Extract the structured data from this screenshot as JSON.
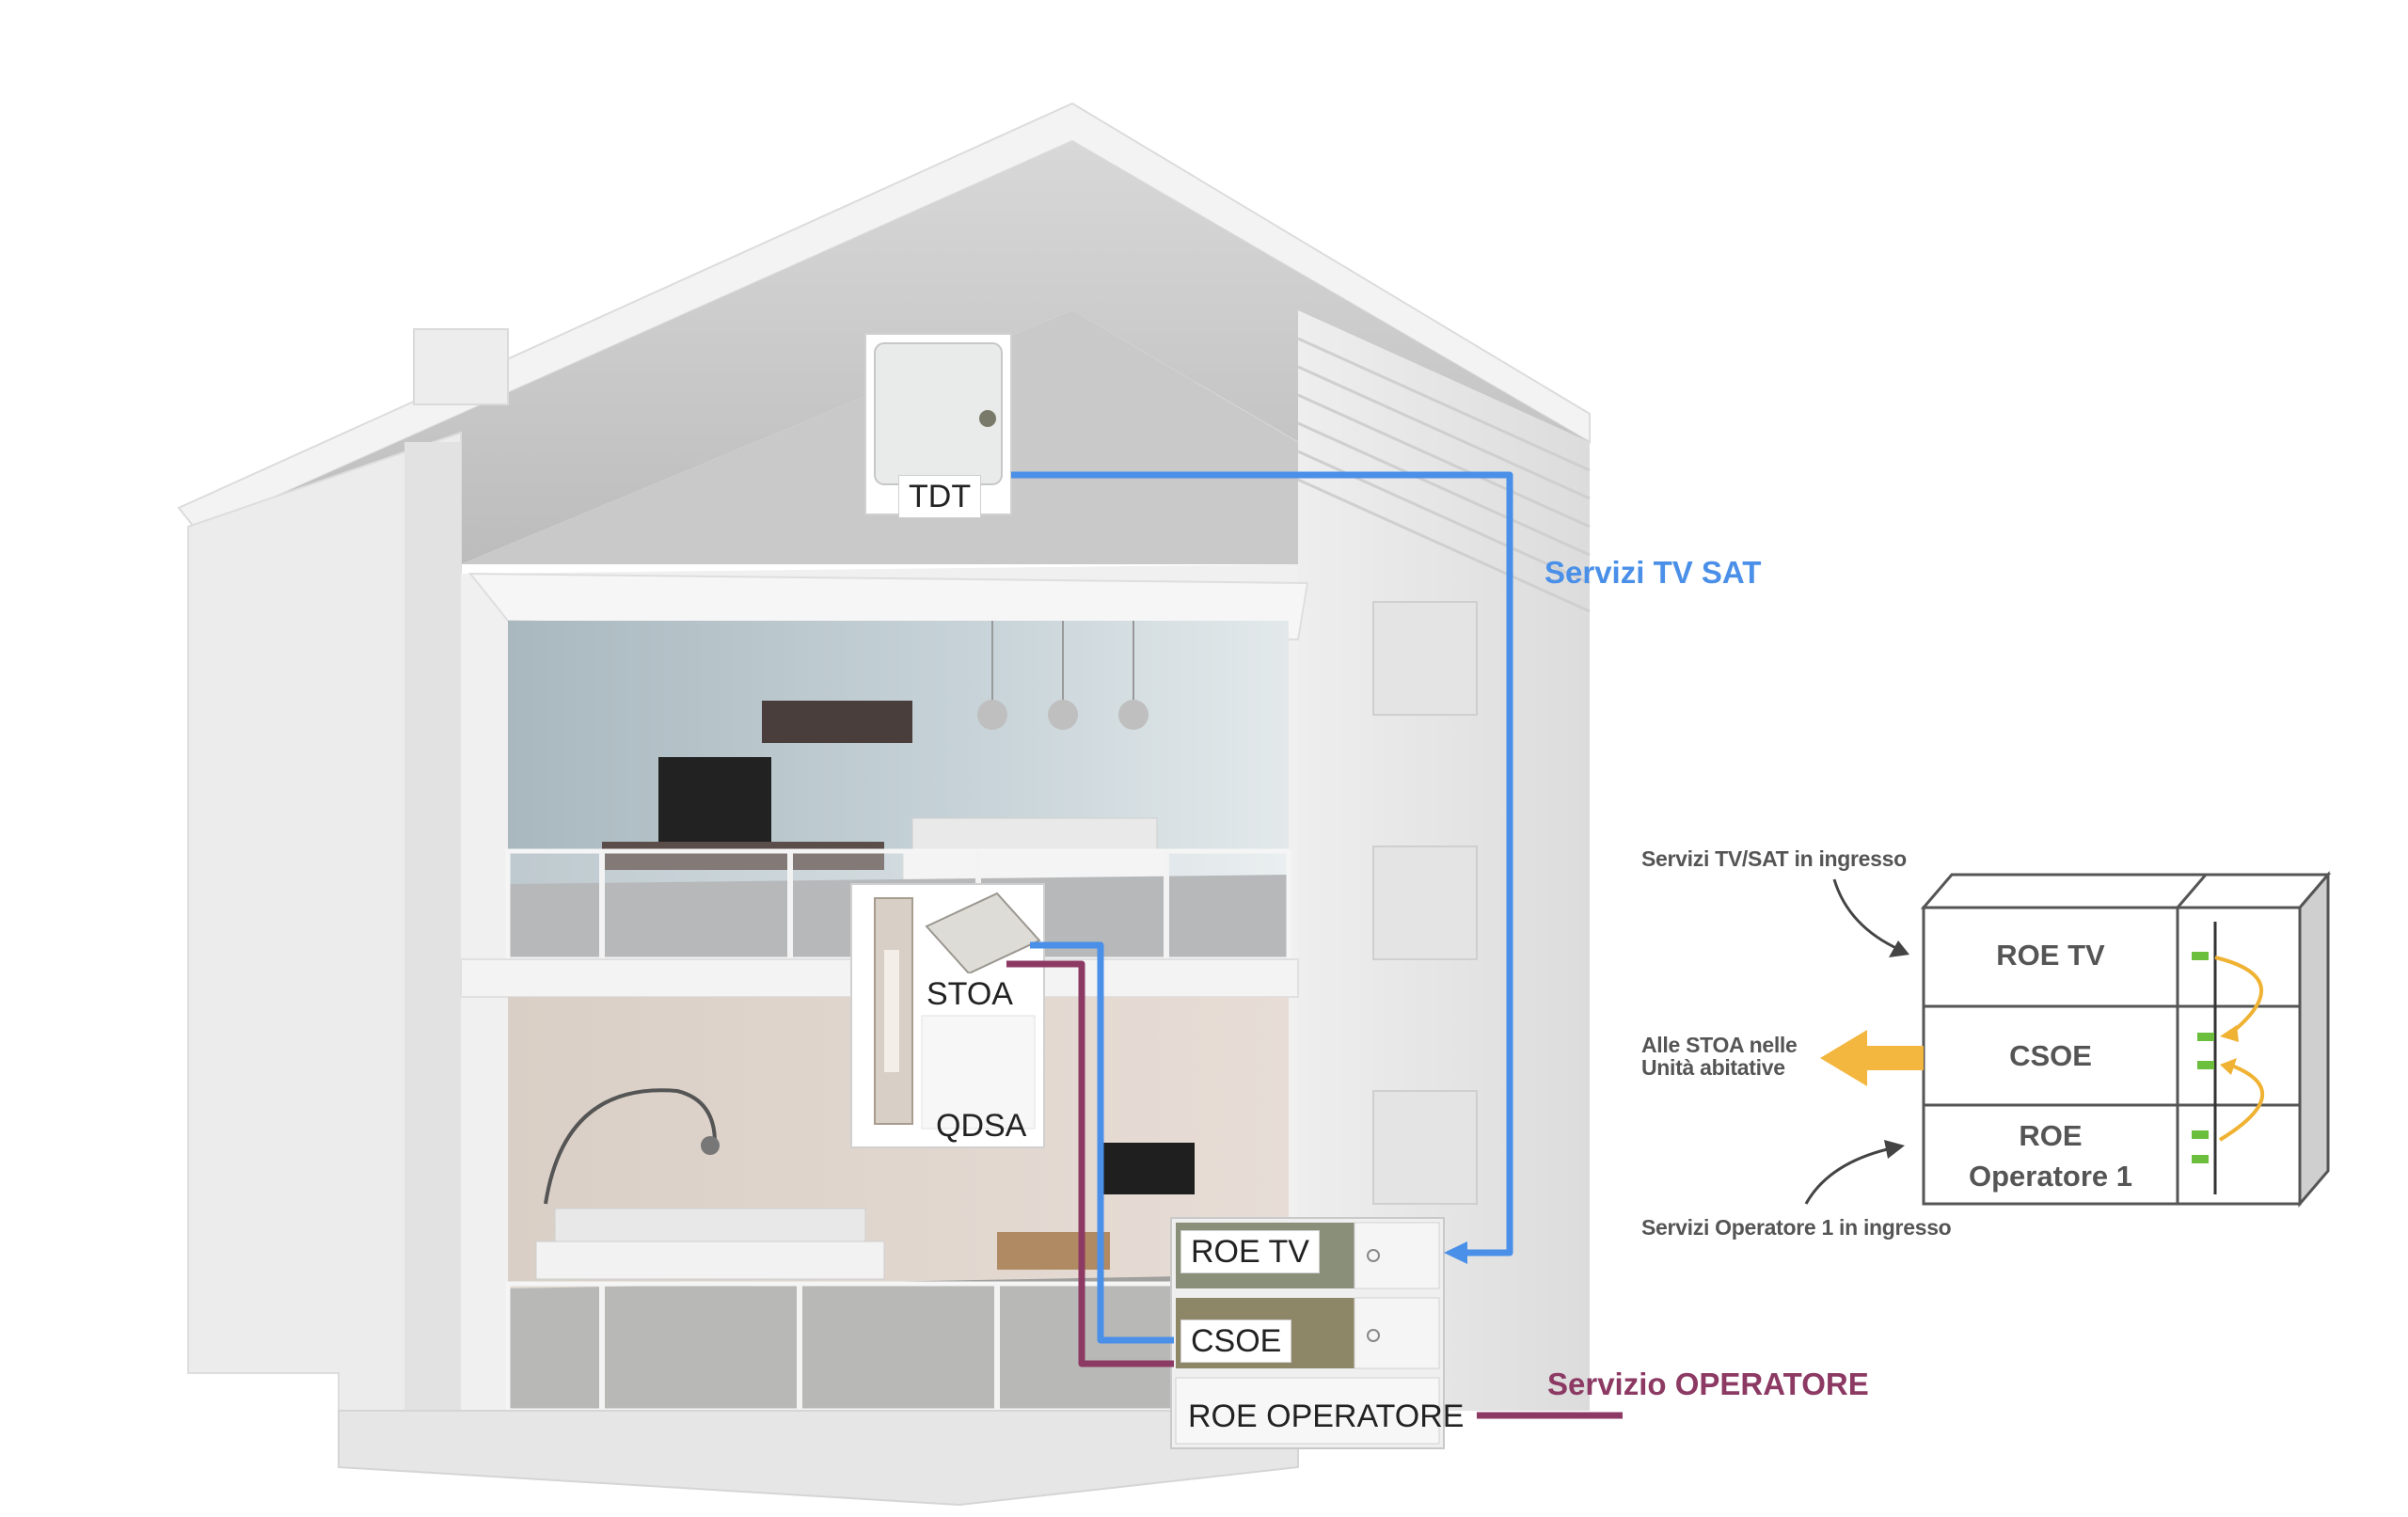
{
  "house": {
    "devices": {
      "tdt": "TDT",
      "stoa": "STOA",
      "qdsa": "QDSA",
      "roe_tv": "ROE TV",
      "csoe": "CSOE",
      "roe_operatore": "ROE OPERATORE"
    },
    "services": {
      "tv_sat": "Servizi TV SAT",
      "operatore": "Servizio OPERATORE"
    }
  },
  "detail": {
    "boxes": {
      "roe_tv": "ROE TV",
      "csoe": "CSOE",
      "roe_operatore_line1": "ROE",
      "roe_operatore_line2": "Operatore 1"
    },
    "notes": {
      "tv_sat_in": "Servizi TV/SAT in ingresso",
      "stoa_line1": "Alle STOA nelle",
      "stoa_line2": "Unità abitative",
      "operatore_in": "Servizi Operatore 1 in ingresso"
    }
  },
  "colors": {
    "tv_sat_line": "#4a8fe8",
    "operatore_line": "#8c3a63",
    "stoa_arrow": "#f3b73f",
    "link_arrow": "#f0b232"
  }
}
